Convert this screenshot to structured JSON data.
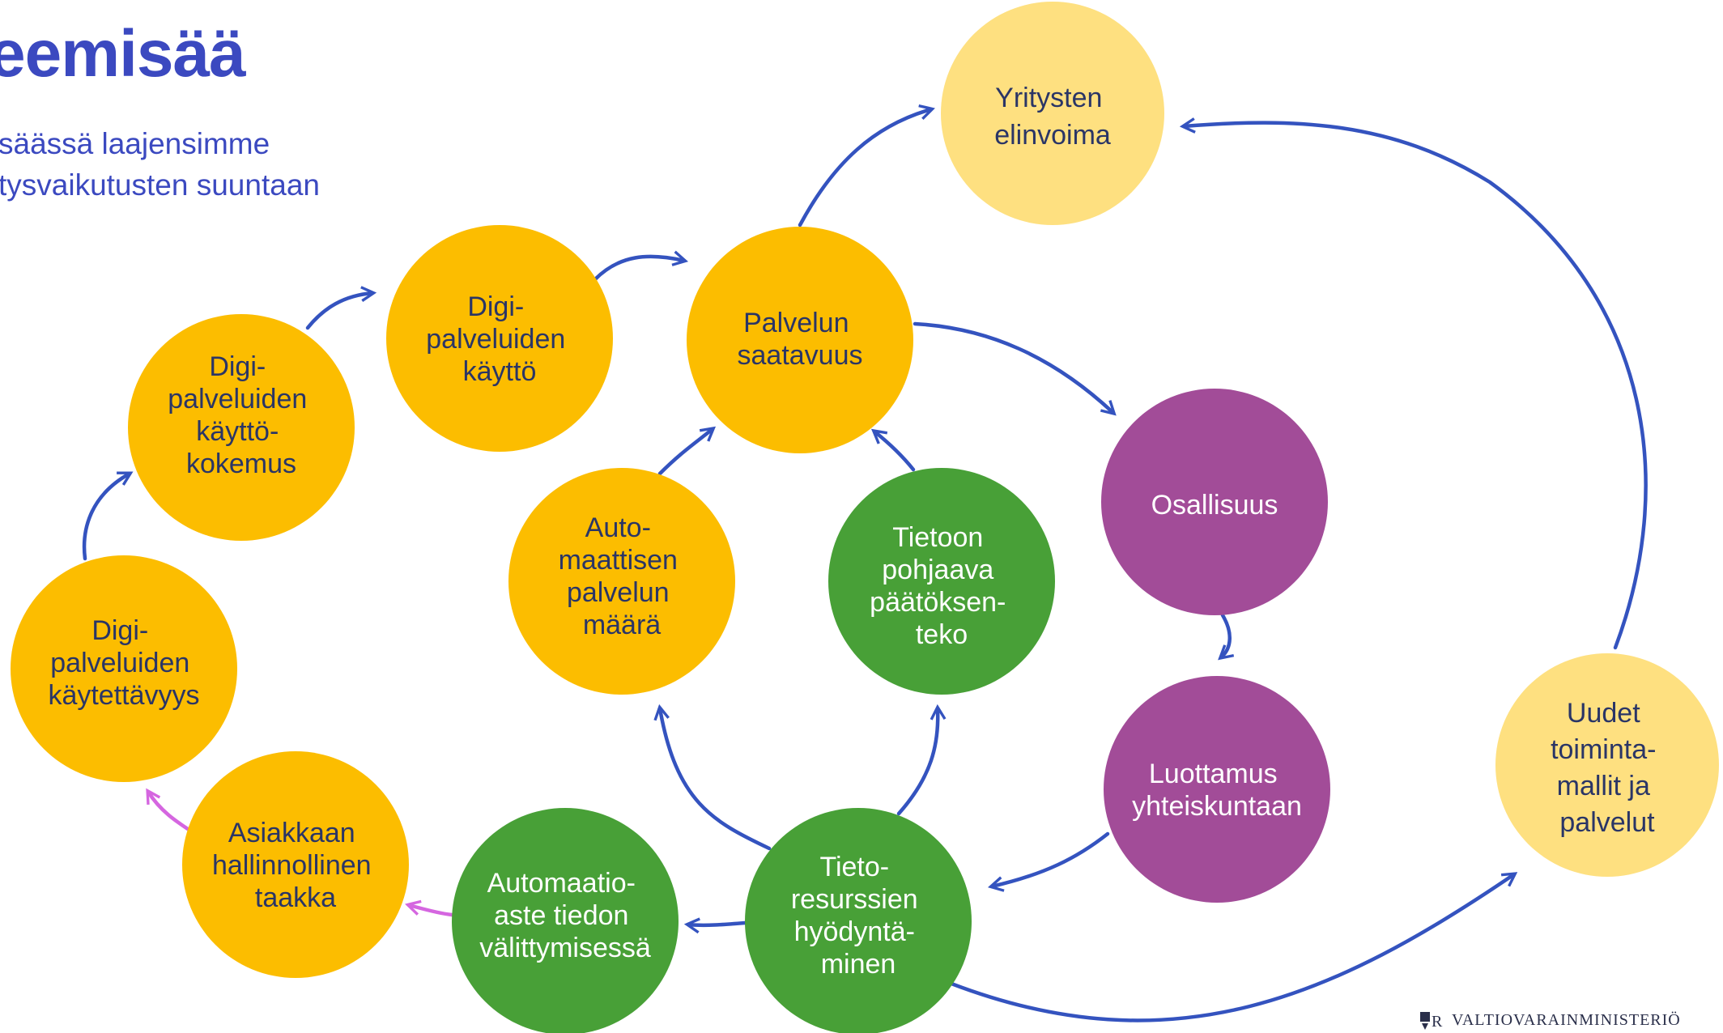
{
  "header": {
    "title": "eemisää",
    "subtitle_lines": [
      "säässä laajensimme",
      "tysvaikutusten suuntaan"
    ]
  },
  "colors": {
    "orange": "#fcbd00",
    "light_yellow": "#fee080",
    "green": "#48a037",
    "purple": "#a24c98",
    "arrow_blue": "#3453bf",
    "arrow_pink": "#d566e0",
    "title_blue": "#3b49c0"
  },
  "nodes": [
    {
      "id": "yritysten-elinvoima",
      "color": "light_yellow",
      "lines": [
        "Yritysten",
        "elinvoima"
      ]
    },
    {
      "id": "digipalveluiden-kaytto",
      "color": "orange",
      "lines": [
        "Digi-",
        "palveluiden",
        "käyttö"
      ]
    },
    {
      "id": "palvelun-saatavuus",
      "color": "orange",
      "lines": [
        "Palvelun",
        "saatavuus"
      ]
    },
    {
      "id": "digipalveluiden-kayttokokemus",
      "color": "orange",
      "lines": [
        "Digi-",
        "palveluiden",
        "käyttö-",
        "kokemus"
      ]
    },
    {
      "id": "osallisuus",
      "color": "purple",
      "lines": [
        "Osallisuus"
      ]
    },
    {
      "id": "automaattisen-palvelun-maara",
      "color": "orange",
      "lines": [
        "Auto-",
        "maattisen",
        "palvelun",
        "määrä"
      ]
    },
    {
      "id": "tietoon-pohjaava-paatoksenteko",
      "color": "green",
      "lines": [
        "Tietoon",
        "pohjaava",
        "päätöksen-",
        "teko"
      ]
    },
    {
      "id": "digipalveluiden-kaytettavyys",
      "color": "orange",
      "lines": [
        "Digi-",
        "palveluiden",
        "käytettävyys"
      ]
    },
    {
      "id": "uudet-toimintamallit",
      "color": "light_yellow",
      "lines": [
        "Uudet",
        "toiminta-",
        "mallit ja",
        "palvelut"
      ]
    },
    {
      "id": "luottamus-yhteiskuntaan",
      "color": "purple",
      "lines": [
        "Luottamus",
        "yhteiskuntaan"
      ]
    },
    {
      "id": "asiakkaan-hallinnollinen-taakka",
      "color": "orange",
      "lines": [
        "Asiakkaan",
        "hallinnollinen",
        "taakka"
      ]
    },
    {
      "id": "automaatioaste",
      "color": "green",
      "lines": [
        "Automaatio-",
        "aste tiedon",
        "välittymisessä"
      ]
    },
    {
      "id": "tietoresurssien-hyodyntaminen",
      "color": "green",
      "lines": [
        "Tieto-",
        "resurssien",
        "hyödyntä-",
        "minen"
      ]
    }
  ],
  "logo": {
    "text": "VALTIOVARAINMINISTERIÖ"
  }
}
